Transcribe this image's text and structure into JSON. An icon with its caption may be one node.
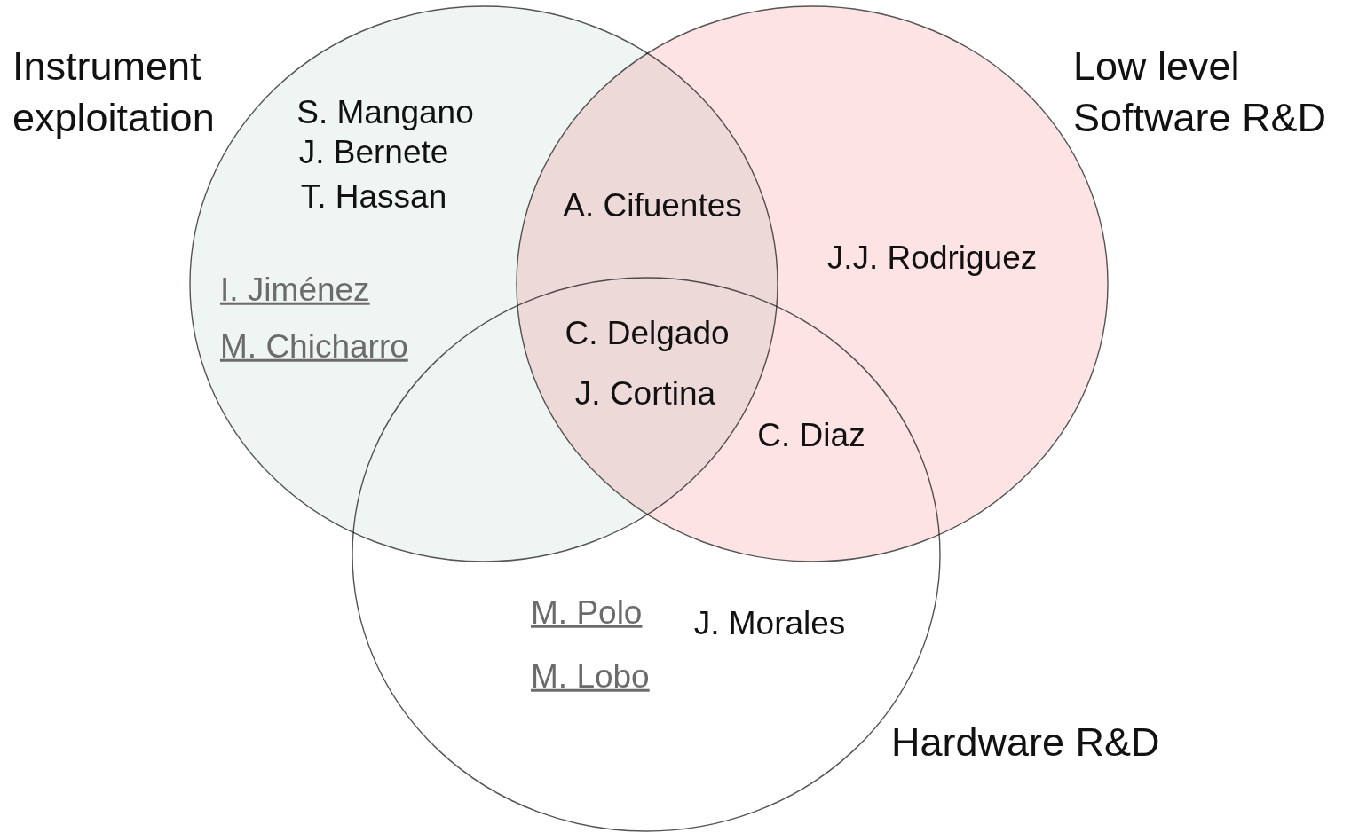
{
  "diagram": {
    "nodes": [
      {
        "text": [
          "Instrument exploitation"
        ]
      },
      {
        "text": [
          "Low level Software R&D"
        ]
      },
      {
        "text": [
          "Hardware R&D"
        ]
      }
    ],
    "labels": [
      "S. Mangano",
      "J. Bernete",
      "T. Hassan",
      "I. Jiménez",
      "M. Chicharro",
      "A. Cifuentes",
      "J.J. Rodriguez",
      "C. Delgado",
      "J. Cortina",
      "C. Diaz",
      "M. Polo",
      "J. Morales",
      "M. Lobo"
    ]
  }
}
